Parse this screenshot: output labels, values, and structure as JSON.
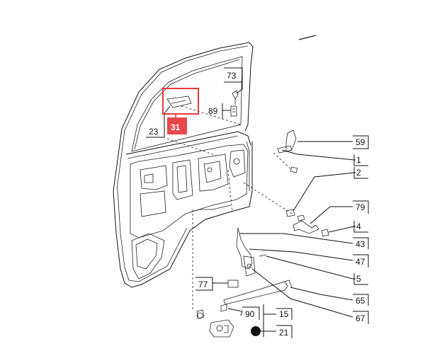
{
  "callouts": [
    {
      "id": "c73",
      "text": "73"
    },
    {
      "id": "c89",
      "text": "89"
    },
    {
      "id": "c23",
      "text": "23"
    },
    {
      "id": "c31",
      "text": "31"
    },
    {
      "id": "c59",
      "text": "59"
    },
    {
      "id": "c1",
      "text": "1"
    },
    {
      "id": "c2",
      "text": "2"
    },
    {
      "id": "c79",
      "text": "79"
    },
    {
      "id": "c4",
      "text": "4"
    },
    {
      "id": "c43",
      "text": "43"
    },
    {
      "id": "c47",
      "text": "47"
    },
    {
      "id": "c5",
      "text": "5"
    },
    {
      "id": "c65",
      "text": "65"
    },
    {
      "id": "c67",
      "text": "67"
    },
    {
      "id": "c77",
      "text": "77"
    },
    {
      "id": "c90",
      "text": "90"
    },
    {
      "id": "c15",
      "text": "15"
    },
    {
      "id": "c21",
      "text": "21"
    }
  ],
  "highlight": {
    "color": "#e83a3a",
    "label_bg": "#e8474d",
    "label_text_color": "#ffffff"
  }
}
